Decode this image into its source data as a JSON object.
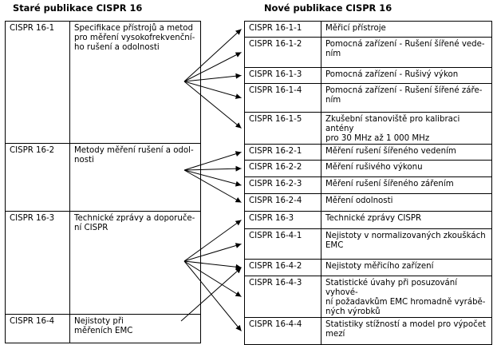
{
  "headers": {
    "old": "Staré publikace CISPR 16",
    "new": "Nové publikace CISPR 16"
  },
  "old_publications": [
    {
      "code": "CISPR 16-1",
      "title_lines": [
        "Specifikace přístrojů a metod",
        "pro měření vysokofrekvenční-",
        "ho rušení a odolnosti"
      ]
    },
    {
      "code": "CISPR 16-2",
      "title_lines": [
        "Metody měření rušení a odol-",
        "nosti"
      ]
    },
    {
      "code": "CISPR 16-3",
      "title_lines": [
        "Technické zprávy a doporuče-",
        "ní CISPR"
      ]
    },
    {
      "code": "CISPR 16-4",
      "title_lines": [
        "Nejistoty při",
        "měřeních EMC"
      ]
    }
  ],
  "new_publications": [
    {
      "code": "CISPR 16-1-1",
      "title_lines": [
        "Měřicí přístroje"
      ]
    },
    {
      "code": "CISPR 16-1-2",
      "title_lines": [
        "Pomocná zařízení - Rušení šířené vede-",
        "ním"
      ]
    },
    {
      "code": "CISPR 16-1-3",
      "title_lines": [
        "Pomocná zařízení - Rušivý výkon"
      ]
    },
    {
      "code": "CISPR 16-1-4",
      "title_lines": [
        "Pomocná zařízení - Rušení šířené záře-",
        "ním"
      ]
    },
    {
      "code": "CISPR 16-1-5",
      "title_lines": [
        "Zkušební stanoviště pro kalibraci antény",
        "pro 30 MHz až 1 000 MHz"
      ]
    },
    {
      "code": "CISPR 16-2-1",
      "title_lines": [
        "Měření rušení šířeného vedením"
      ]
    },
    {
      "code": "CISPR 16-2-2",
      "title_lines": [
        "Měření rušivého výkonu"
      ]
    },
    {
      "code": "CISPR 16-2-3",
      "title_lines": [
        "Měření rušení šířeného zářením"
      ]
    },
    {
      "code": "CISPR 16-2-4",
      "title_lines": [
        "Měření odolnosti"
      ]
    },
    {
      "code": "CISPR 16-3",
      "title_lines": [
        "Technické zprávy CISPR"
      ]
    },
    {
      "code": "CISPR 16-4-1",
      "title_lines": [
        "Nejistoty v normalizovaných zkouškách",
        "EMC"
      ]
    },
    {
      "code": "CISPR 16-4-2",
      "title_lines": [
        "Nejistoty měřicího zařízení"
      ]
    },
    {
      "code": "CISPR 16-4-3",
      "title_lines": [
        "Statistické úvahy při posuzování vyhové-",
        "ní požadavkům EMC hromadně vyrábě-",
        "ných výrobků"
      ]
    },
    {
      "code": "CISPR 16-4-4",
      "title_lines": [
        "Statistiky stížností a model pro výpočet",
        "mezí"
      ]
    }
  ],
  "mappings": [
    {
      "from": "CISPR 16-1",
      "to": [
        "CISPR 16-1-1",
        "CISPR 16-1-2",
        "CISPR 16-1-3",
        "CISPR 16-1-4",
        "CISPR 16-1-5"
      ]
    },
    {
      "from": "CISPR 16-2",
      "to": [
        "CISPR 16-2-1",
        "CISPR 16-2-2",
        "CISPR 16-2-3",
        "CISPR 16-2-4"
      ]
    },
    {
      "from": "CISPR 16-3",
      "to": [
        "CISPR 16-3",
        "CISPR 16-4-1",
        "CISPR 16-4-2",
        "CISPR 16-4-3",
        "CISPR 16-4-4"
      ]
    },
    {
      "from": "CISPR 16-4",
      "to": [
        "CISPR 16-4-2"
      ]
    }
  ]
}
